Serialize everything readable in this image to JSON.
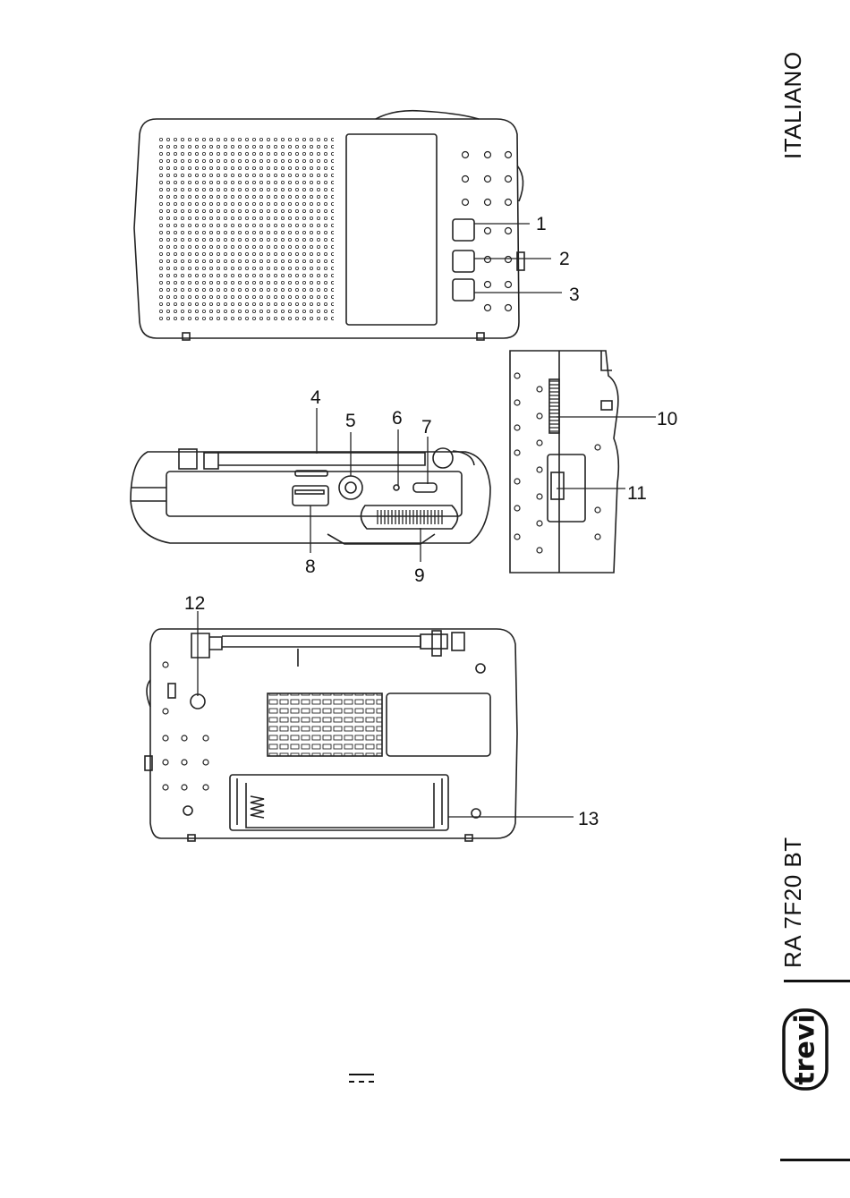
{
  "sidebar": {
    "language": "ITALIANO",
    "model": "RA 7F20 BT",
    "brand": "trevi"
  },
  "callouts": [
    "1",
    "2",
    "3",
    "4",
    "5",
    "6",
    "7",
    "8",
    "9",
    "10",
    "11",
    "12",
    "13"
  ],
  "footer": {
    "symbol_name": "dc-symbol"
  }
}
